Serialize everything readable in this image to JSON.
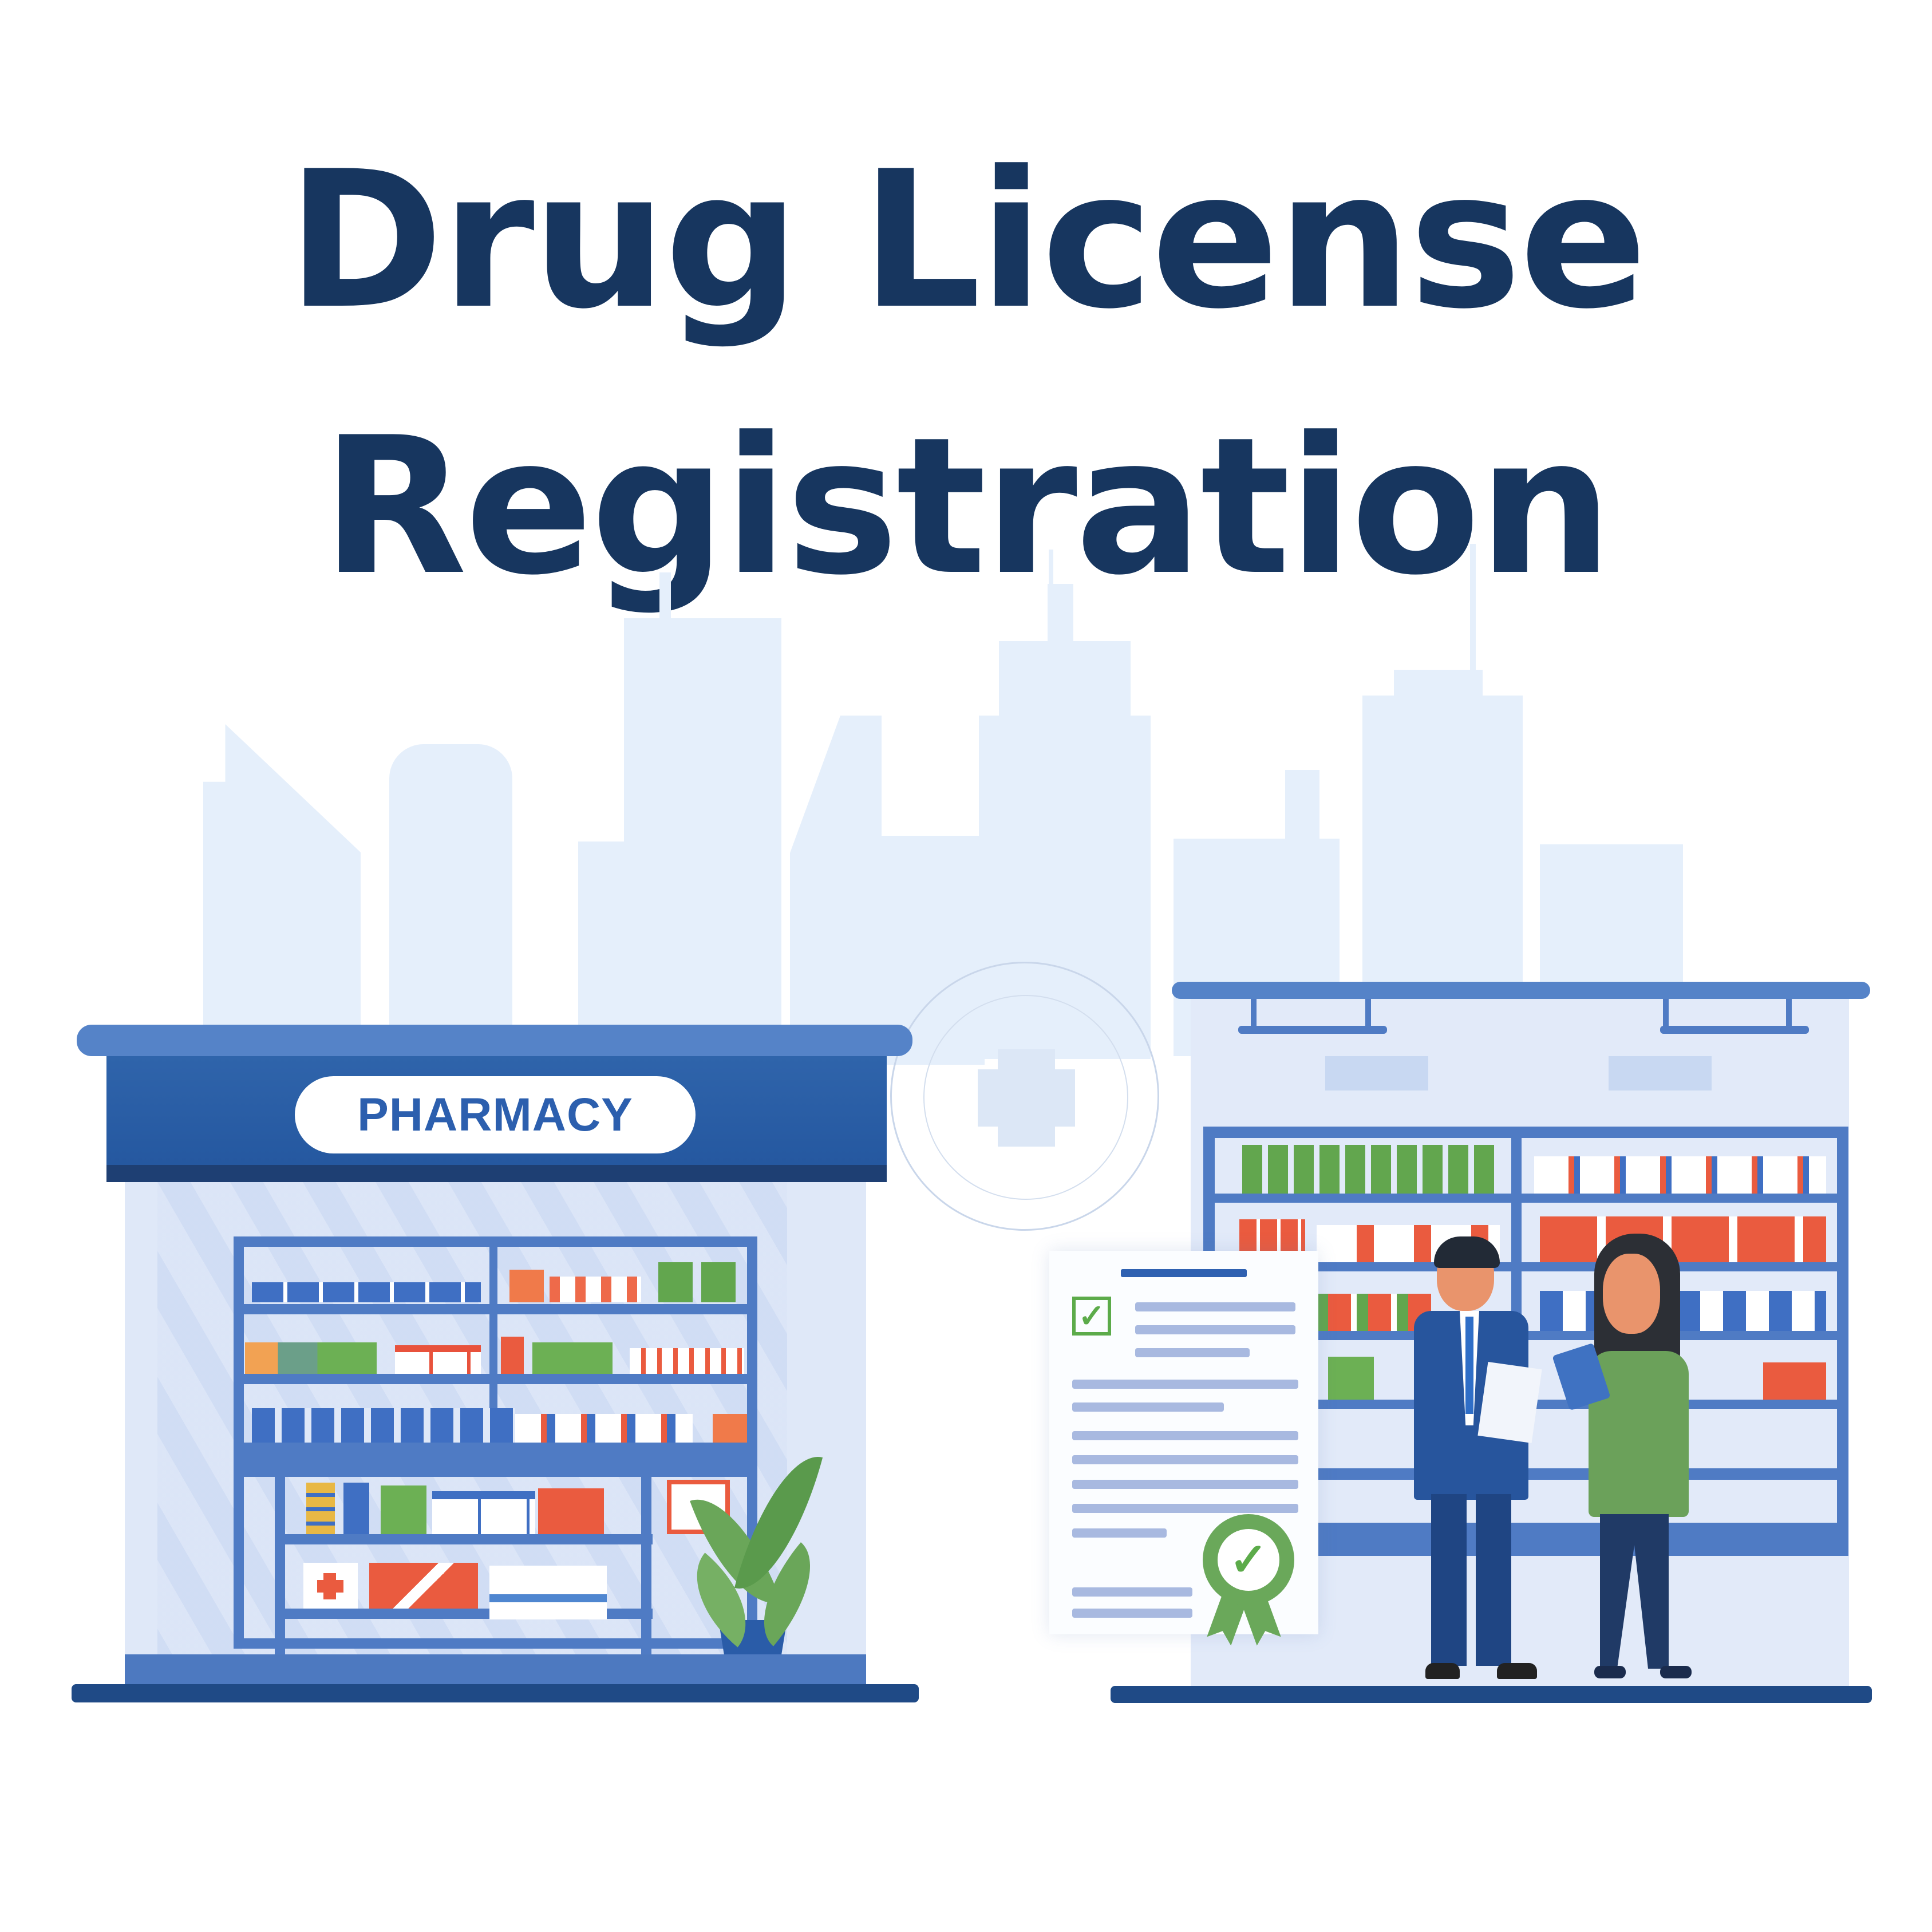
{
  "heading": {
    "line1": "Drug License",
    "line2": "Registration"
  },
  "storefront": {
    "sign_text": "PHARMACY"
  },
  "illustration": {
    "skyline": "city-skyline",
    "emblem": "caduceus-cross-emblem",
    "document": "approved-license-document",
    "badge": "green-check-award-badge",
    "people": [
      "man-in-blue-suit-holding-paper",
      "woman-in-green-sweater-holding-tablet"
    ],
    "plant": "potted-plant"
  },
  "colors": {
    "title": "#17365f",
    "primary_blue": "#2558a0",
    "roof_blue": "#5583c8",
    "skyline": "#e5effb",
    "approve_green": "#5cab4a",
    "accent_red": "#ea5b3f"
  }
}
